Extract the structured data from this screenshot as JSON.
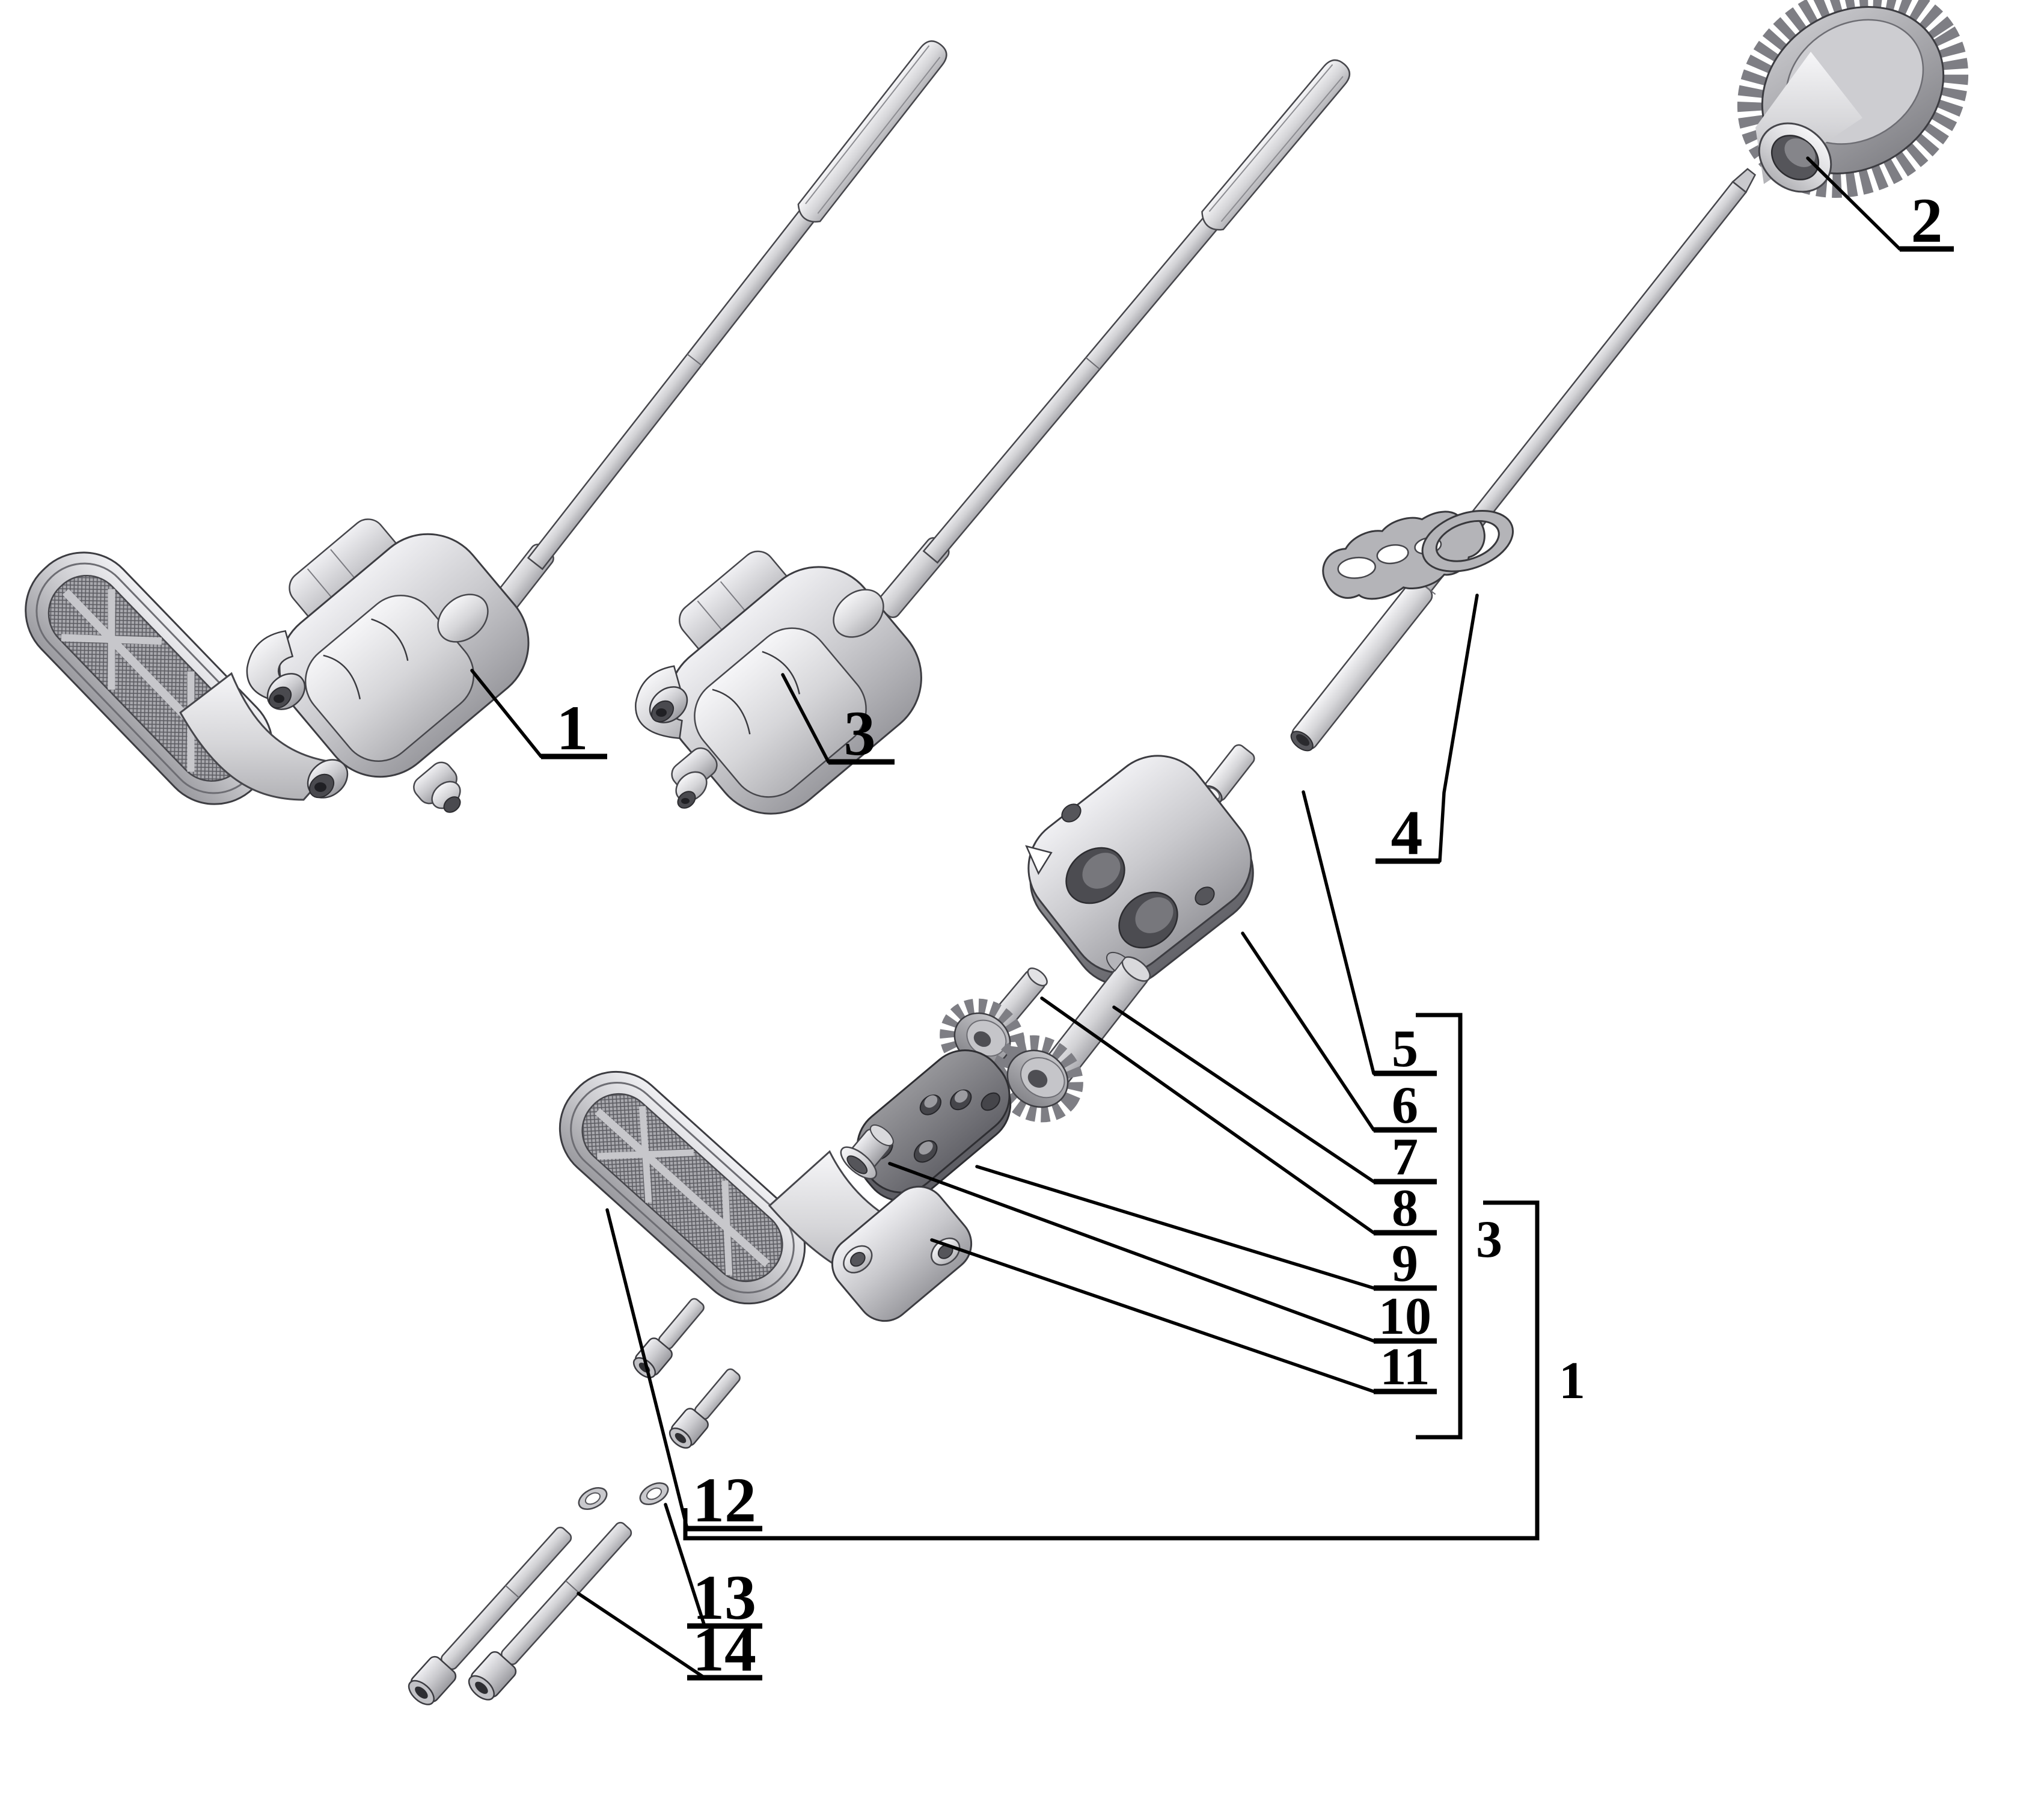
{
  "diagram": {
    "kind": "exploded-view parts drawing",
    "subject": "oil pump with pickup strainer, drive gear and drive shaft",
    "background_color": "#ffffff",
    "line_color": "#000000",
    "metal_light": "#eeeef1",
    "metal_mid": "#c6c6ca",
    "metal_dark": "#8f8f94",
    "plate_dark": "#77777c"
  },
  "callouts": {
    "c1": "1",
    "c2": "2",
    "c3": "3",
    "c4": "4",
    "c5": "5",
    "c6": "6",
    "c7": "7",
    "c8": "8",
    "c9": "9",
    "c10": "10",
    "c11": "11",
    "c12": "12",
    "c13": "13",
    "c14": "14",
    "group3": "3",
    "group1": "1"
  }
}
